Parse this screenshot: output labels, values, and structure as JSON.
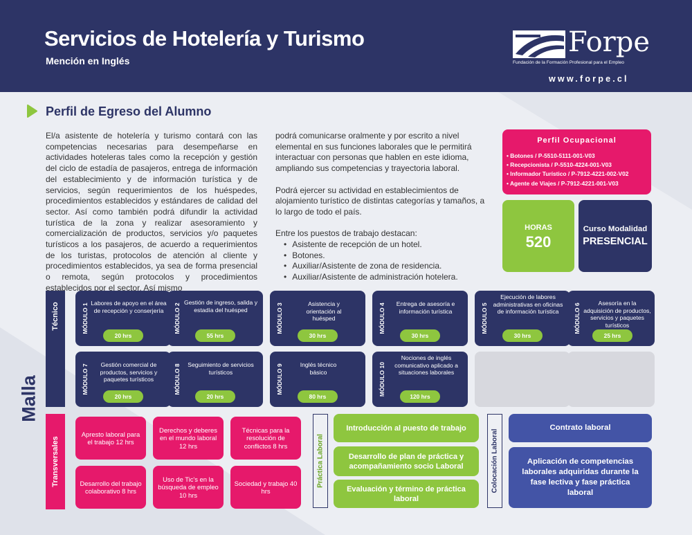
{
  "colors": {
    "navy": "#2d3466",
    "magenta": "#e6196b",
    "green": "#8ec63f",
    "blue": "#4354a6",
    "light_gray": "#d7d8de"
  },
  "header": {
    "title": "Servicios de Hotelería y Turismo",
    "subtitle": "Mención en Inglés",
    "logo_word": "Forpe",
    "logo_tagline": "Fundación de la Formación Profesional para el Empleo",
    "website": "www.forpe.cl"
  },
  "section": {
    "icon": "play-arrow-icon",
    "title": "Perfil de Egreso del Alumno",
    "col1": "El/a asistente de hotelería y turismo contará con las competencias necesarias para desempeñarse en actividades hoteleras tales como la recepción y gestión del ciclo de estadía de pasajeros, entrega de información del establecimiento y de información turística y de servicios, según requerimientos de los huéspedes, procedimientos establecidos y estándares de calidad del sector. Así como también podrá difundir la actividad turística de la zona y realizar asesoramiento y comercialización de productos, servicios y/o paquetes turísticos a los pasajeros, de acuerdo a requerimientos de los turistas, protocolos de atención al cliente y procedimientos establecidos, ya sea de forma presencial o remota, según protocolos y procedimientos establecidos por el sector. Así mismo",
    "col2_p1": "podrá comunicarse oralmente y por escrito a nivel elemental en sus funciones laborales que le permitirá interactuar con personas que hablen en este idioma, ampliando sus competencias y trayectoria laboral.",
    "col2_p2": "Podrá ejercer su actividad en establecimientos de alojamiento turístico de distintas categorías y tamaños, a lo largo de todo el país.",
    "col2_p3": "Entre los puestos de trabajo  destacan:",
    "jobs": [
      "Asistente de recepción de un hotel.",
      "Botones.",
      "Auxiliar/Asistente de zona de residencia.",
      "Auxiliar/Asistente de administración hotelera."
    ]
  },
  "perfil": {
    "title": "Perfil Ocupacional",
    "items": [
      "Botones / P-5510-5111-001-V03",
      "Recepcionista / P-5510-4224-001-V03",
      "Informador Turístico / P-7912-4221-002-V02",
      "Agente de Viajes / P-7912-4221-001-V03"
    ]
  },
  "horas": {
    "label": "HORAS",
    "value": "520"
  },
  "curso": {
    "label": "Curso Modalidad",
    "value": "PRESENCIAL"
  },
  "malla": {
    "title": "Malla",
    "tecnico_label": "Técnico",
    "transversales_label": "Transversales",
    "modules": [
      {
        "num": "MÓDULO 1",
        "text": "Labores de apoyo en el área de recepción y conserjería",
        "hrs": "20 hrs"
      },
      {
        "num": "MÓDULO 2",
        "text": "Gestión de ingreso, salida y estadía del huésped",
        "hrs": "55 hrs"
      },
      {
        "num": "MÓDULO 3",
        "text": "Asistencia y orientación al huésped",
        "hrs": "30 hrs"
      },
      {
        "num": "MÓDULO 4",
        "text": "Entrega de asesoría e información turística",
        "hrs": "30 hrs"
      },
      {
        "num": "MÓDULO 5",
        "text": "Ejecución de labores administrativas en oficinas de información turística",
        "hrs": "30 hrs"
      },
      {
        "num": "MÓDULO 6",
        "text": "Asesoría en la adquisición de productos, servicios y paquetes turísticos",
        "hrs": "25 hrs"
      },
      {
        "num": "MÓDULO 7",
        "text": "Gestión comercial de productos, servicios y paquetes turísticos",
        "hrs": "20 hrs"
      },
      {
        "num": "MÓDULO 8",
        "text": "Seguimiento de servicios turísticos",
        "hrs": "20 hrs"
      },
      {
        "num": "MÓDULO 9",
        "text": "Inglés técnico básico",
        "hrs": "80 hrs"
      },
      {
        "num": "MÓDULO 10",
        "text": "Nociones de inglés comunicativo aplicado a situaciones laborales",
        "hrs": "120 hrs"
      }
    ],
    "transversales": [
      "Apresto laboral para el trabajo 12 hrs",
      "Derechos y deberes en el mundo laboral 12 hrs",
      "Técnicas para la resolución de conflictos 8 hrs",
      "Desarrollo del trabajo colaborativo 8 hrs",
      "Uso de Tic's en la búsqueda de empleo 10 hrs",
      "Sociedad y trabajo 40 hrs"
    ],
    "practica_label": "Práctica Laboral",
    "practica": [
      "Introducción al puesto de trabajo",
      "Desarrollo de plan de práctica y acompañamiento socio Laboral",
      "Evaluación y término de práctica laboral"
    ],
    "colocacion_label": "Colocación Laboral",
    "colocacion": [
      "Contrato laboral",
      "Aplicación de competencias laborales adquiridas durante la fase lectiva y fase práctica laboral"
    ]
  }
}
